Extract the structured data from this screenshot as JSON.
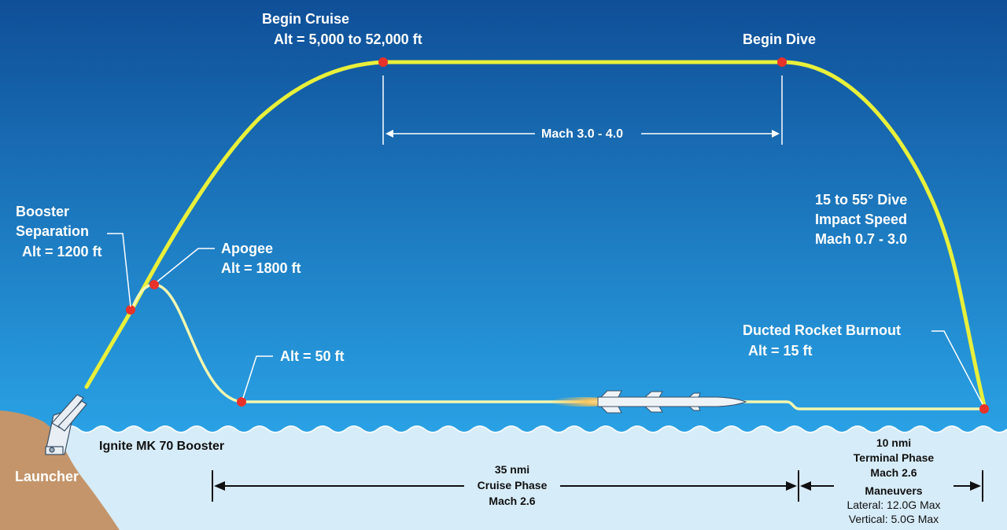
{
  "labels": {
    "begin_cruise": "Begin Cruise",
    "begin_cruise_alt": "Alt = 5,000 to 52,000 ft",
    "begin_dive": "Begin Dive",
    "cruise_mach": "Mach 3.0 - 4.0",
    "booster_sep_1": "Booster",
    "booster_sep_2": "Separation",
    "booster_sep_alt": "Alt = 1200 ft",
    "apogee": "Apogee",
    "apogee_alt": "Alt = 1800 ft",
    "low_alt": "Alt = 50 ft",
    "dive_1": "15 to 55° Dive",
    "dive_2": "Impact Speed",
    "dive_3": "Mach 0.7 - 3.0",
    "burnout": "Ducted Rocket Burnout",
    "burnout_alt": "Alt = 15 ft",
    "ignite": "Ignite MK 70 Booster",
    "launcher": "Launcher",
    "cruise_phase_dist": "35 nmi",
    "cruise_phase": "Cruise Phase",
    "cruise_phase_mach": "Mach 2.6",
    "terminal_dist": "10 nmi",
    "terminal_phase": "Terminal Phase",
    "terminal_mach": "Mach 2.6",
    "maneuvers": "Maneuvers",
    "lateral": "Lateral: 12.0G Max",
    "vertical": "Vertical:  5.0G Max"
  },
  "colors": {
    "sky_top": "#0f4f98",
    "sky_bottom": "#2aa3e6",
    "sea": "#d6ecf8",
    "wave": "#e9f5fc",
    "high_path": "#e8f03a",
    "low_path": "#f4f7b0",
    "event_dot": "#e8322a",
    "land": "#c4956a",
    "leader": "#ffffff",
    "dimension": "#111111"
  }
}
